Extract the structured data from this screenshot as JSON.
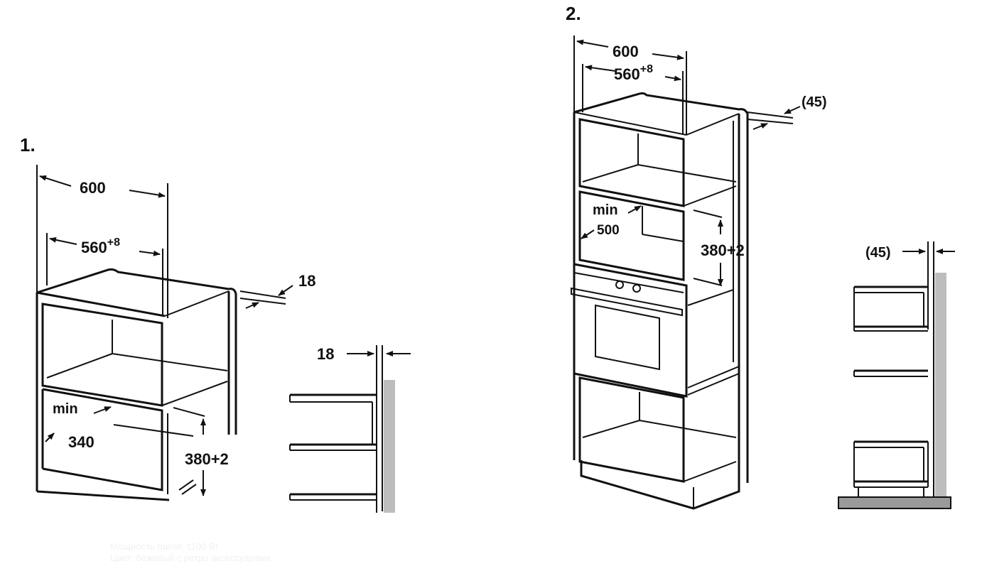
{
  "figure1": {
    "number": "1.",
    "dim_outer_width": "600",
    "dim_inner_width_base": "560",
    "dim_inner_width_tol": "+8",
    "dim_side": "18",
    "dim_min_label": "min",
    "dim_min_depth": "340",
    "dim_height": "380+2",
    "side_view_dim": "18"
  },
  "figure2": {
    "number": "2.",
    "dim_outer_width": "600",
    "dim_inner_width_base": "560",
    "dim_inner_width_tol": "+8",
    "dim_side": "(45)",
    "dim_min_label": "min",
    "dim_min_depth": "500",
    "dim_height": "380+2",
    "side_view_dim": "(45)"
  },
  "background_text": {
    "line1": "Мощность гриля: 1100 Вт",
    "line2": "Цвет: бежевый с ретро аксессуарами"
  },
  "colors": {
    "line": "#111111",
    "wall": "#bdbdbd",
    "floor": "#9a9a9a"
  }
}
